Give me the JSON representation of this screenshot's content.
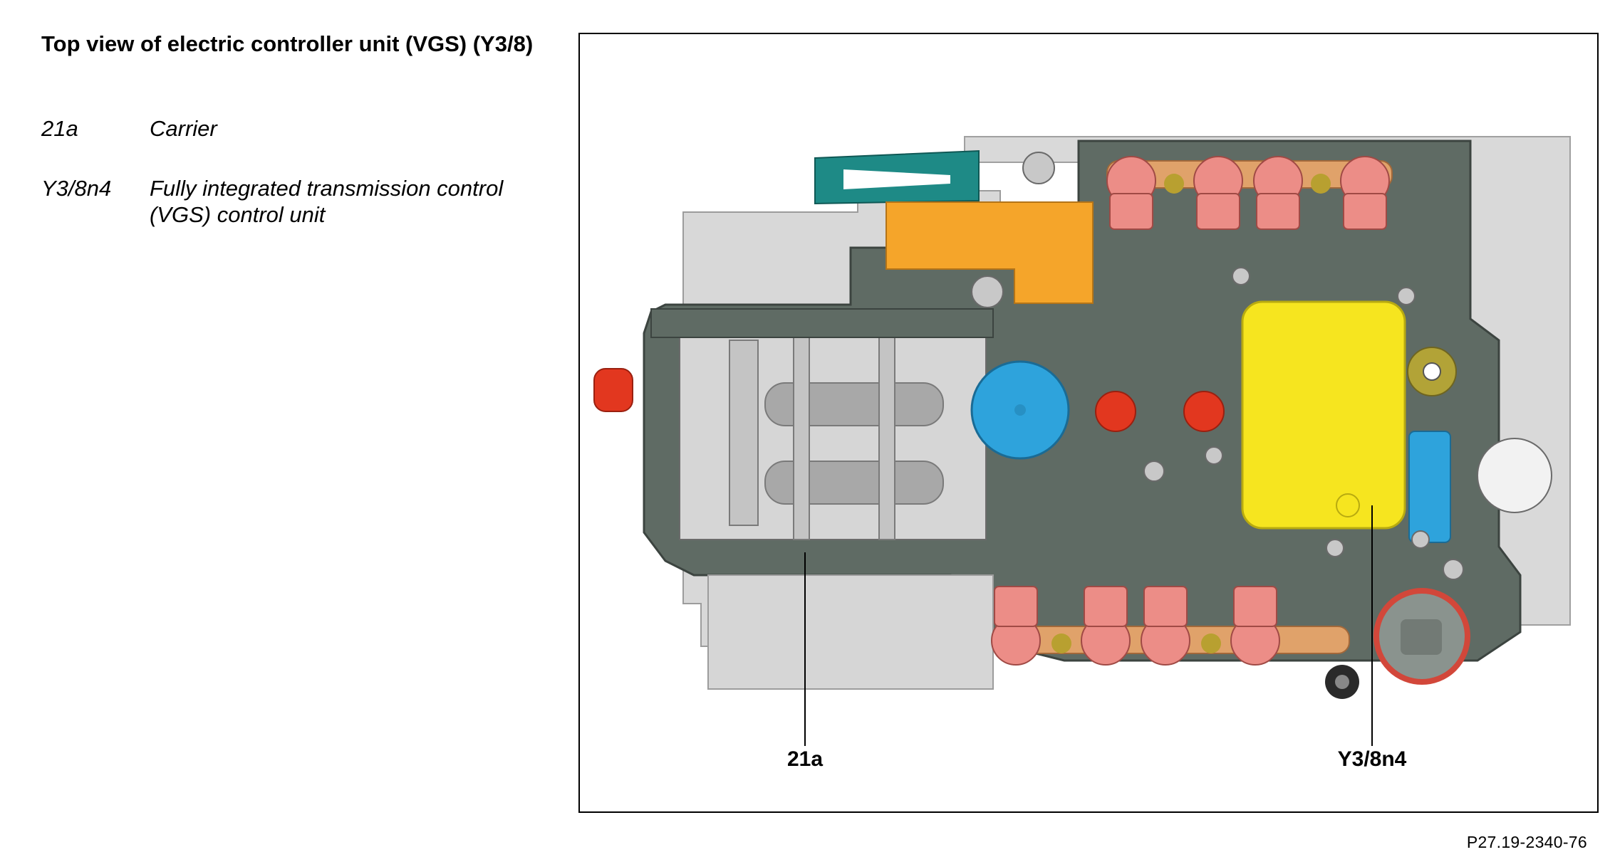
{
  "title": "Top view of electric controller unit (VGS) (Y3/8)",
  "legend": [
    {
      "key": "21a",
      "description": "Carrier"
    },
    {
      "key": "Y3/8n4",
      "description": "Fully integrated transmission control (VGS) control unit"
    }
  ],
  "callouts": {
    "carrier": "21a",
    "control_unit": "Y3/8n4"
  },
  "figure_reference": "P27.19-2340-76",
  "colors": {
    "body_grey": "#5f6b64",
    "light_grey": "#d6d6d6",
    "orange": "#f5a52a",
    "yellow": "#f6e51f",
    "blue": "#2ea3dc",
    "red": "#e2371f",
    "pink": "#ec8d87",
    "teal": "#1e8a86"
  }
}
